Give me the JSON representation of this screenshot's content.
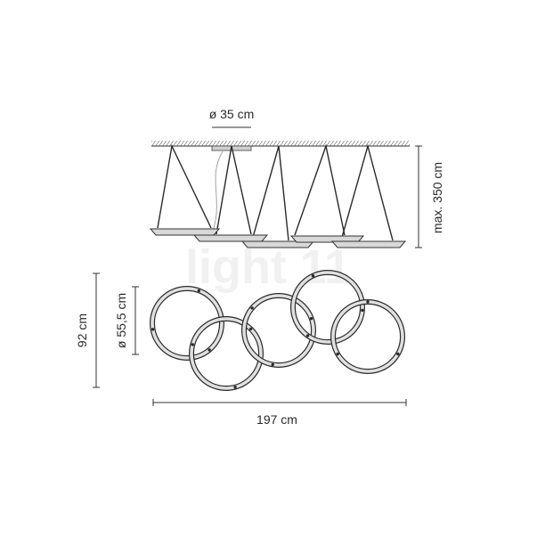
{
  "dimensions": {
    "shade_diameter": "ø 35 cm",
    "max_height": "max. 350 cm",
    "overall_height": "92 cm",
    "ring_diameter": "ø 55,5 cm",
    "overall_width": "197 cm"
  },
  "watermark": "light 11",
  "colors": {
    "line": "#2a2a2a",
    "ring_fill": "#e0e0e0",
    "watermark": "#f1f1f1"
  }
}
